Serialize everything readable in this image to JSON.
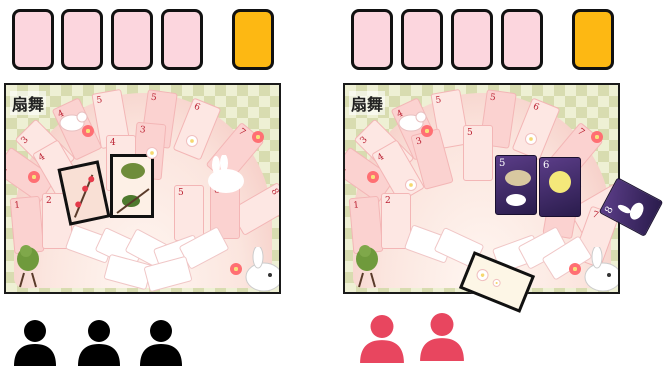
{
  "left_panel": {
    "title": "扇舞",
    "fan_cards": [
      {
        "label": "2"
      },
      {
        "label": "3"
      },
      {
        "label": "4"
      },
      {
        "label": "5"
      },
      {
        "label": "5"
      },
      {
        "label": "6"
      },
      {
        "label": "7"
      },
      {
        "label": "8"
      },
      {
        "label": "4"
      },
      {
        "label": "1"
      },
      {
        "label": "2"
      },
      {
        "label": "3"
      },
      {
        "label": "5"
      },
      {
        "label": "6"
      },
      {
        "label": "4"
      }
    ]
  },
  "right_panel": {
    "title": "扇舞",
    "fan_cards": [
      {
        "label": "2"
      },
      {
        "label": "3"
      },
      {
        "label": "4"
      },
      {
        "label": "5"
      },
      {
        "label": "5"
      },
      {
        "label": "6"
      },
      {
        "label": "7"
      },
      {
        "label": "8"
      },
      {
        "label": "4"
      },
      {
        "label": "1"
      },
      {
        "label": "2"
      },
      {
        "label": "3"
      },
      {
        "label": "5"
      },
      {
        "label": "6"
      },
      {
        "label": "7"
      }
    ],
    "moon_cards": [
      {
        "label": "5"
      },
      {
        "label": "6"
      },
      {
        "label": "8"
      }
    ]
  },
  "players_left": {
    "count": 3,
    "color": "#000000"
  },
  "players_right": {
    "count": 2,
    "color": "#e8465f"
  },
  "colors": {
    "slot_pink": "#fcd6de",
    "slot_gold": "#fdb813",
    "card_pink": "#fbd2d0",
    "moon_purple": "#3a2763"
  },
  "icons": [
    "card-slot-icon",
    "bird-icon",
    "rabbit-icon",
    "plum-blossom-icon",
    "person-icon"
  ]
}
